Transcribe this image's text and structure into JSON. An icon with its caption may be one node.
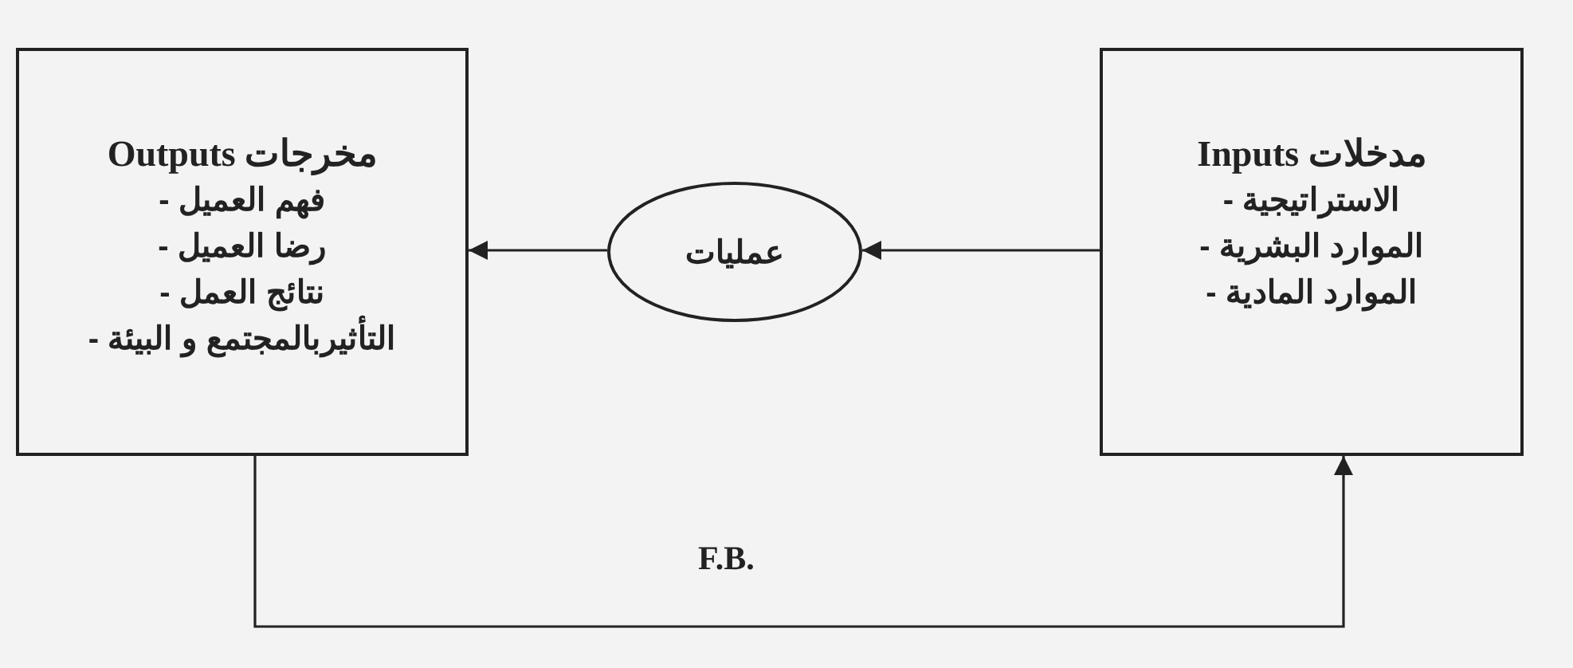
{
  "diagram": {
    "nodes": [
      {
        "text": [
          "مدخلات Inputs",
          "- الاستراتيجية",
          "- الموارد البشرية",
          "- الموارد المادية"
        ]
      },
      {
        "text": [
          "عمليات"
        ]
      },
      {
        "text": [
          "مخرجات Outputs",
          "- فهم العميل",
          "- رضا العميل",
          "- نتائج العمل",
          "- التأثيربالمجتمع و البيئة"
        ]
      }
    ],
    "edges": [
      {
        "from": 0,
        "to": 1,
        "arrow": "to"
      },
      {
        "from": 1,
        "to": 2,
        "arrow": "to"
      },
      {
        "from": 2,
        "to": 0,
        "arrow": "to",
        "label": "F.B."
      }
    ]
  }
}
